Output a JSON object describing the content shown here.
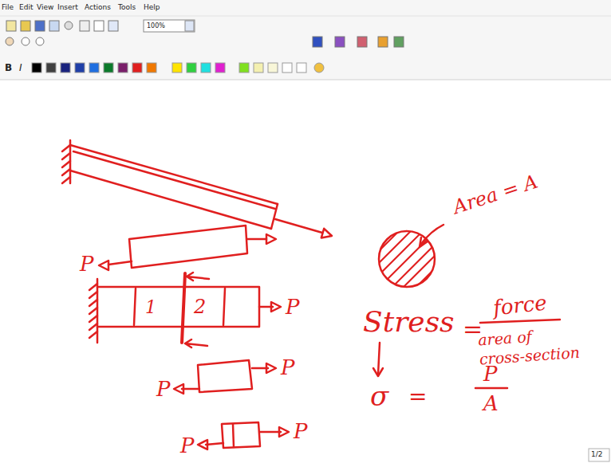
{
  "diagram": {
    "labels": [
      "File",
      "Edit",
      "View",
      "Insert",
      "Actions",
      "Tools",
      "Help",
      "100%",
      "B",
      "I",
      "P",
      "P",
      "P",
      "P",
      "P",
      "P",
      "1",
      "2",
      "Area = A",
      "Stress",
      "=",
      "force",
      "area of cross‑section",
      "σ",
      "=",
      "P",
      "A",
      "1/2"
    ]
  }
}
